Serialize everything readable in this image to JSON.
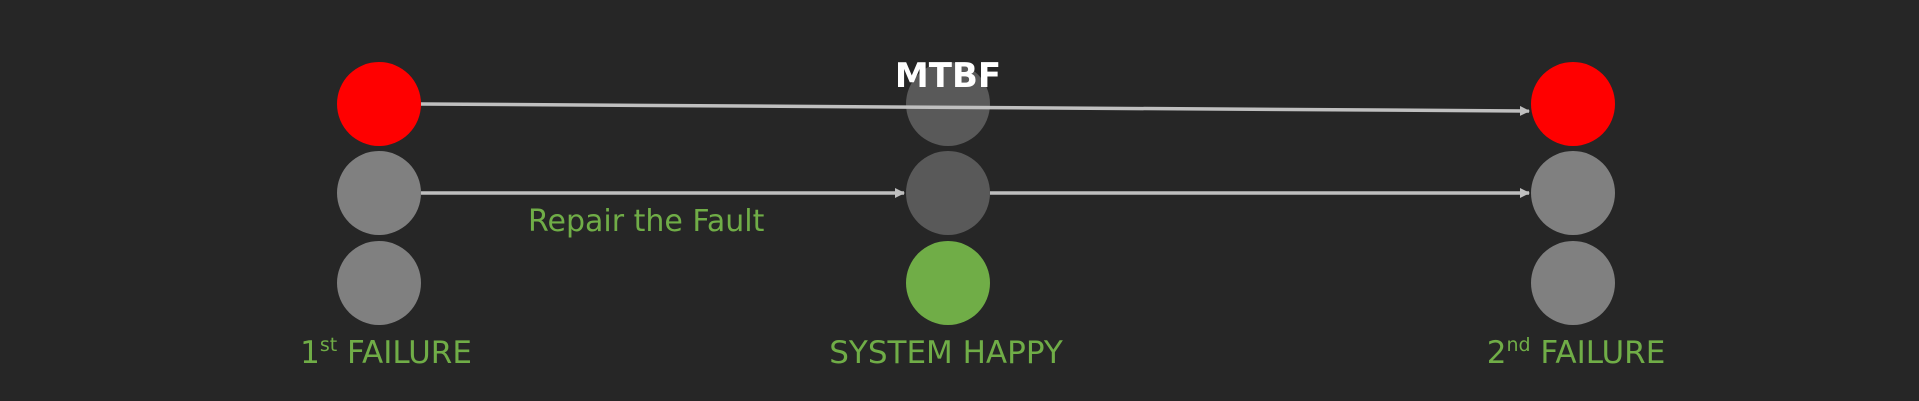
{
  "colors": {
    "background": "#262626",
    "red_light": "#ff0000",
    "gray_light": "#808080",
    "dim_light": "#595959",
    "green_light": "#70ad47",
    "label_green": "#70ad47",
    "arrow": "#bfbfbf",
    "title_white": "#ffffff"
  },
  "diagram": {
    "mtbf_label": "MTBF",
    "repair_label": "Repair the Fault",
    "stages": [
      {
        "id": "first-failure",
        "label_number": "1",
        "label_suffix": "st",
        "label_text": " FAILURE",
        "lights": [
          "red",
          "gray",
          "gray"
        ]
      },
      {
        "id": "system-happy",
        "label_number": "",
        "label_suffix": "",
        "label_text": "SYSTEM HAPPY",
        "lights": [
          "dim",
          "dim",
          "green"
        ]
      },
      {
        "id": "second-failure",
        "label_number": "2",
        "label_suffix": "nd",
        "label_text": " FAILURE",
        "lights": [
          "red",
          "gray",
          "gray"
        ]
      }
    ]
  }
}
